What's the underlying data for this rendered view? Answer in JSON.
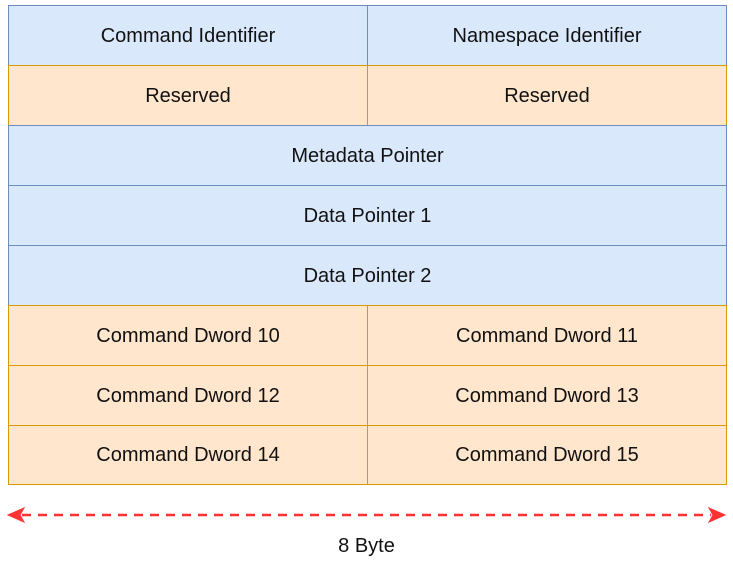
{
  "rows": [
    {
      "fields": [
        "Command Identifier",
        "Namespace Identifier"
      ]
    },
    {
      "fields": [
        "Reserved",
        "Reserved"
      ]
    },
    {
      "fields": [
        "Metadata Pointer"
      ]
    },
    {
      "fields": [
        "Data Pointer 1"
      ]
    },
    {
      "fields": [
        "Data Pointer 2"
      ]
    },
    {
      "fields": [
        "Command Dword 10",
        "Command Dword 11"
      ]
    },
    {
      "fields": [
        "Command Dword 12",
        "Command Dword 13"
      ]
    },
    {
      "fields": [
        "Command Dword 14",
        "Command Dword 15"
      ]
    }
  ],
  "width_label": "8 Byte",
  "colors": {
    "blue_fill": "#dae8fc",
    "blue_stroke": "#6c8ebf",
    "orange_fill": "#ffe6cc",
    "orange_stroke": "#d79b00",
    "arrow": "#ff3333"
  }
}
